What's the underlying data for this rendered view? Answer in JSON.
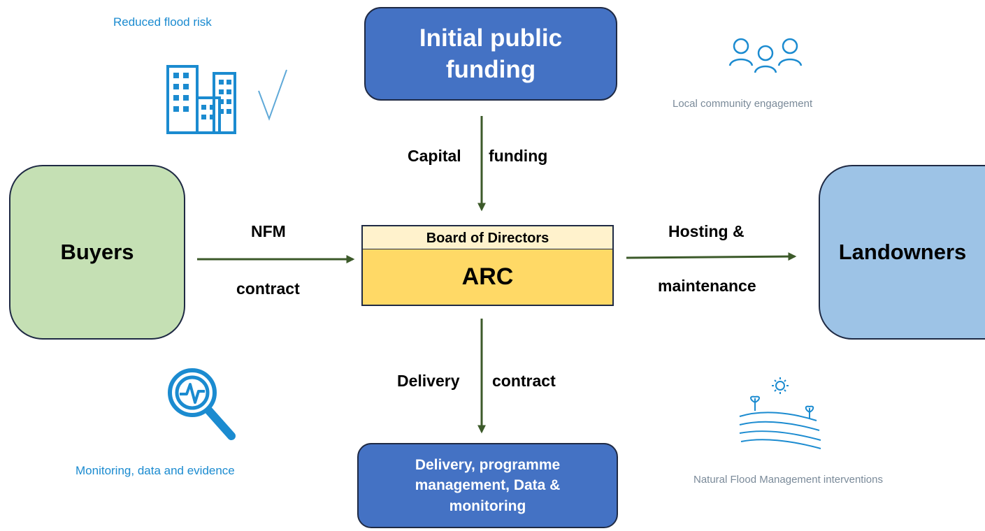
{
  "nodes": {
    "top": "Initial public funding",
    "board": "Board of Directors",
    "arc": "ARC",
    "buyers": "Buyers",
    "landowners": "Landowners",
    "bottom": "Delivery, programme management, Data & monitoring"
  },
  "edges": {
    "capital": "Capital",
    "funding": "funding",
    "nfm": "NFM",
    "contract_left": "contract",
    "hosting": "Hosting &",
    "maintenance": "maintenance",
    "delivery": "Delivery",
    "contract_bottom": "contract"
  },
  "icons": {
    "top_left": {
      "caption": "Reduced flood risk",
      "icon": "buildings-icon"
    },
    "top_right": {
      "caption": "Local community engagement",
      "icon": "people-icon"
    },
    "bottom_left": {
      "caption": "Monitoring, data and evidence",
      "icon": "magnifier-pulse-icon"
    },
    "bottom_right": {
      "caption": "Natural Flood Management interventions",
      "icon": "fields-sun-icon"
    }
  },
  "colors": {
    "blue_box": "#4472c4",
    "green_box": "#c5e0b4",
    "light_blue_box": "#9dc3e6",
    "arc_header": "#fff2cc",
    "arc_body": "#ffd966",
    "arrow": "#3c5a2a",
    "icon_blue": "#1b8bd0"
  }
}
